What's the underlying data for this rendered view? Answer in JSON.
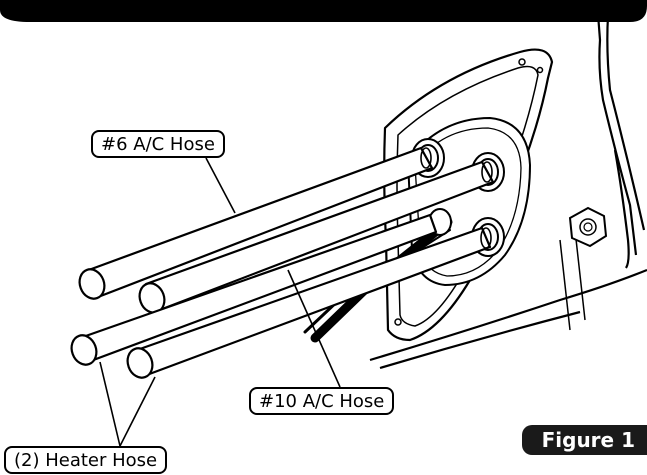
{
  "figure": {
    "badge": "Figure 1"
  },
  "labels": {
    "ac_hose_6": "#6 A/C Hose",
    "ac_hose_10": "#10 A/C Hose",
    "heater_hose": "(2) Heater Hose"
  },
  "colors": {
    "ink": "#000000",
    "paper": "#ffffff",
    "badge_bg": "#1a1a1a",
    "badge_text": "#ffffff"
  }
}
